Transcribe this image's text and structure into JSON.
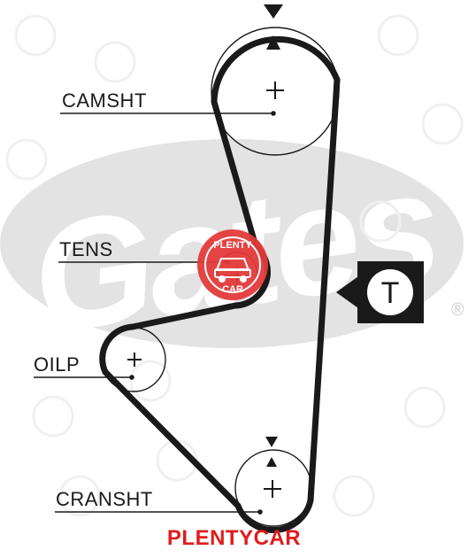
{
  "labels": {
    "camshaft": "CAMSHT",
    "tensioner": "TENS",
    "oil_pump": "OILP",
    "crankshaft": "CRANSHT"
  },
  "tensioner_marker": "T",
  "watermark": {
    "brand_script": "Gates",
    "registered": "®",
    "badge_top": "PLENTY",
    "badge_bottom": "CAR",
    "footer": "PLENTYCAR"
  },
  "colors": {
    "belt": "#1a1a1a",
    "watermark_gray": "#e3e3e3",
    "badge_red": "#e33a3a",
    "footer_red": "#e01c1c"
  },
  "icons": [
    "timing-mark-arrow-icon",
    "plus-icon",
    "tensioner-t-icon",
    "car-icon"
  ]
}
